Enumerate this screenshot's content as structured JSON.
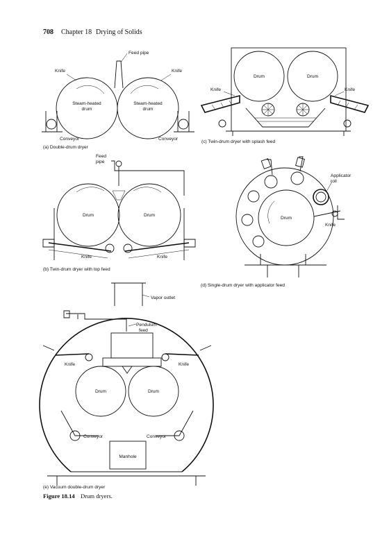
{
  "header": {
    "page_number": "708",
    "chapter": "Chapter 18",
    "chapter_title": "Drying of Solids"
  },
  "panel_a": {
    "feed_pipe": "Feed pipe",
    "knife_left": "Knife",
    "knife_right": "Knife",
    "drum_left": [
      "Steam-heated",
      "drum"
    ],
    "drum_right": [
      "Steam-heated",
      "drum"
    ],
    "conveyor_left": "Conveyor",
    "conveyor_right": "Conveyor",
    "caption": "(a) Double-drum dryer"
  },
  "panel_b": {
    "feed_pipe": [
      "Feed",
      "pipe"
    ],
    "drum_left": "Drum",
    "drum_right": "Drum",
    "knife_left": "Knife",
    "knife_right": "Knife",
    "caption": "(b) Twin-drum dryer with top feed"
  },
  "panel_c": {
    "drum_left": "Drum",
    "drum_right": "Drum",
    "knife_left": "Knife",
    "knife_right": "Knife",
    "caption": "(c) Twin-drum dryer with splash feed"
  },
  "panel_d": {
    "applicator": [
      "Applicator",
      "roll"
    ],
    "drum": "Drum",
    "knife": "Knife",
    "caption": "(d) Single-drum dryer with applicator feed"
  },
  "panel_e": {
    "vapor_outlet": "Vapor outlet",
    "pendulum": [
      "Pendulum",
      "feed"
    ],
    "knife_left": "Knife",
    "knife_right": "Knife",
    "drum_left": "Drum",
    "drum_right": "Drum",
    "conveyor_left": "Conveyor",
    "conveyor_right": "Conveyor",
    "manhole": "Manhole",
    "caption": "(e) Vacuum double-drum dryer"
  },
  "figure_caption": {
    "number": "Figure 18.14",
    "title": "Drum dryers."
  }
}
